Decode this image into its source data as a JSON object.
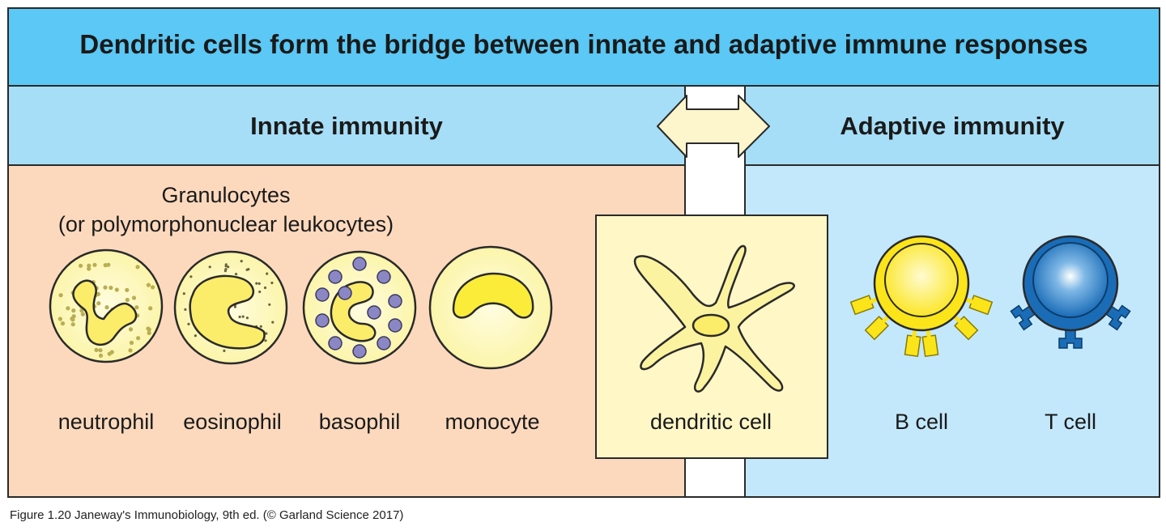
{
  "title": "Dendritic cells form the bridge between innate and adaptive immune responses",
  "innate": {
    "header": "Innate immunity",
    "group_label_line1": "Granulocytes",
    "group_label_line2": "(or polymorphonuclear leukocytes)",
    "cells": [
      "neutrophil",
      "eosinophil",
      "basophil",
      "monocyte"
    ]
  },
  "bridge": {
    "cell_label": "dendritic cell"
  },
  "adaptive": {
    "header": "Adaptive immunity",
    "cells": [
      "B cell",
      "T cell"
    ]
  },
  "caption": "Figure 1.20  Janeway's Immunobiology, 9th ed. (© Garland Science 2017)",
  "colors": {
    "title_band": "#5bc8f5",
    "header_band": "#a6def7",
    "innate_bg": "#fcd9bd",
    "adaptive_bg": "#c3e8fb",
    "cell_fill": "#fbf6a8",
    "bridge_box": "#fff7c6",
    "granule_purple": "#8b87c4",
    "b_cell_yellow": "#fbe419",
    "t_cell_blue": "#1a6cb7",
    "arrow_fill": "#fdf5cc",
    "outline": "#2a2a2a"
  }
}
